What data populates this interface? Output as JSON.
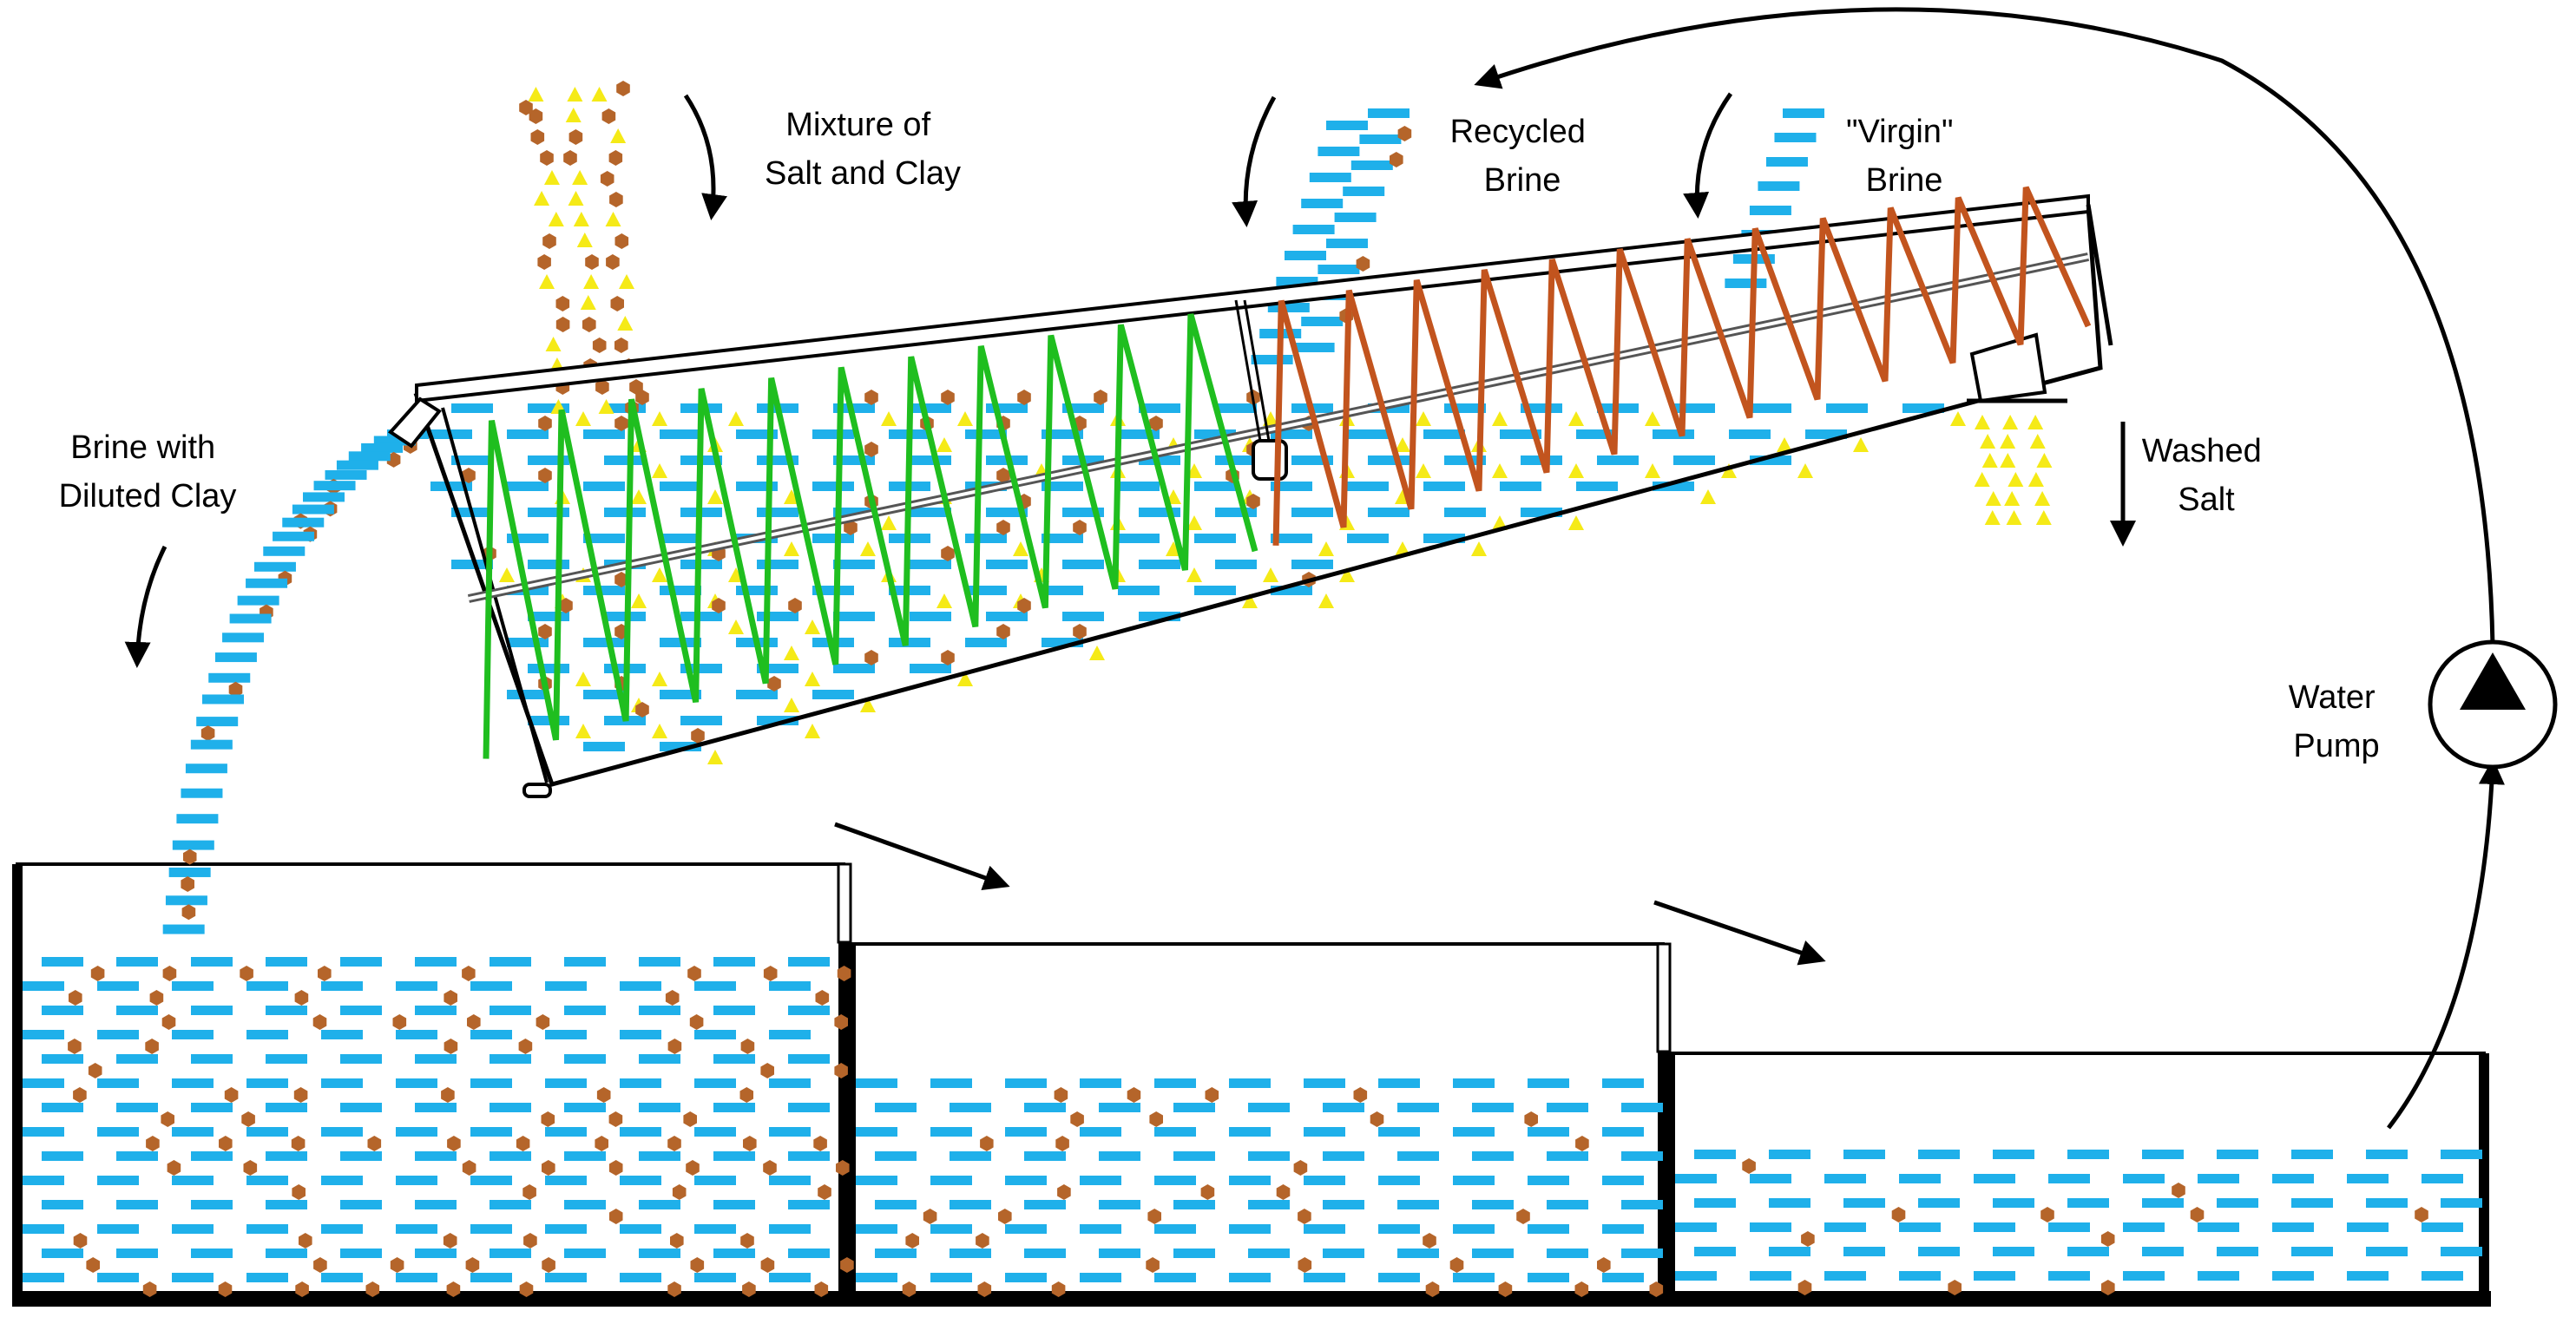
{
  "labels": {
    "mixture": [
      "Mixture of",
      "Salt and Clay"
    ],
    "recycled": [
      "Recycled",
      "Brine"
    ],
    "virgin": [
      "\"Virgin\"",
      "Brine"
    ],
    "brine_clay": [
      "Brine with",
      "Diluted Clay"
    ],
    "washed": [
      "Washed",
      "Salt"
    ],
    "pump": [
      "Water",
      "Pump"
    ]
  },
  "legend_icons": {
    "brine": "blue-dash",
    "clay": "brown-hexagon",
    "salt": "yellow-triangle"
  },
  "colors": {
    "brine": "#1fb0ea",
    "clay": "#b5652a",
    "salt": "#f5ea17",
    "screw_green": "#1fbe1f",
    "screw_brown": "#c2541e",
    "outline": "#000000"
  }
}
